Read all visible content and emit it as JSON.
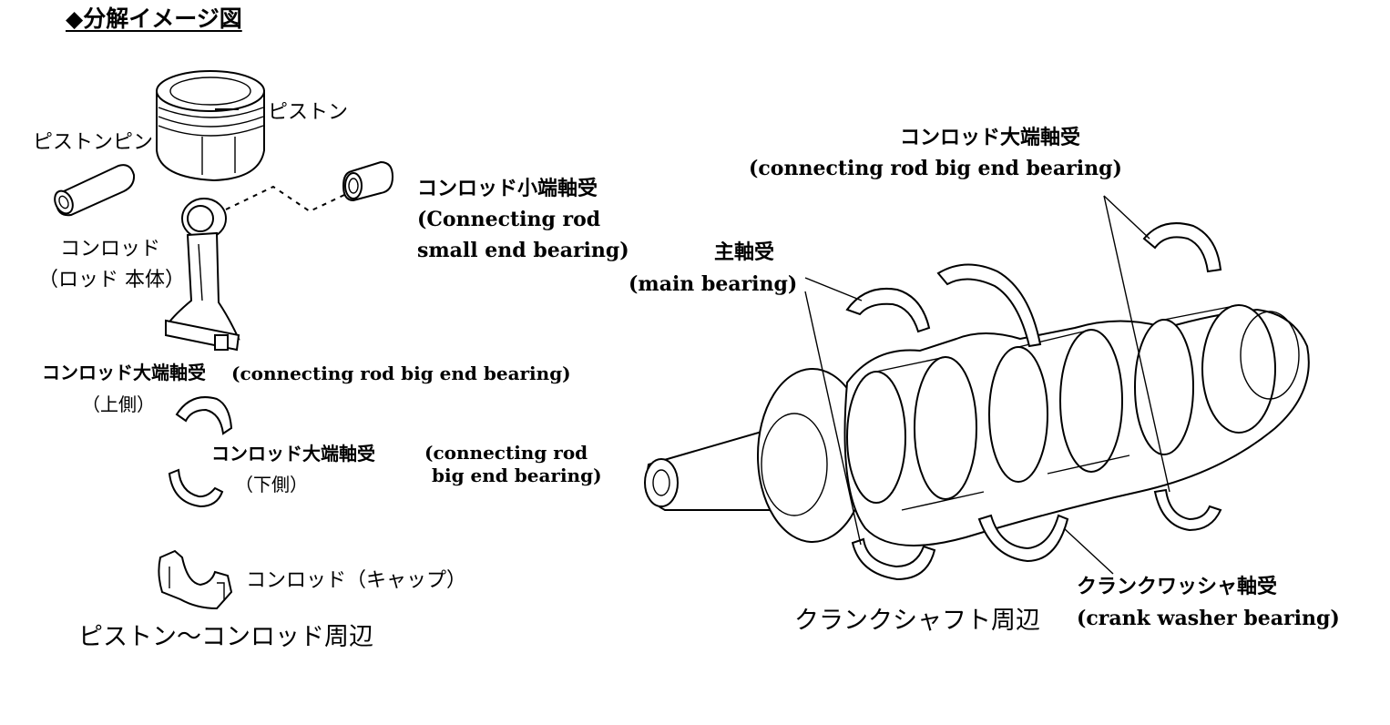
{
  "title": "◆分解イメージ図",
  "left": {
    "piston": "ピストン",
    "piston_pin": "ピストンピン",
    "small_end_jp": "コンロッド小端軸受",
    "small_end_en_1": "(Connecting rod",
    "small_end_en_2": "small end bearing)",
    "conrod_1": "コンロッド",
    "conrod_2": "（ロッド 本体）",
    "big_end_upper_jp": "コンロッド大端軸受",
    "big_end_upper_en": "(connecting rod big end bearing)",
    "upper_side": "（上側）",
    "big_end_lower_jp": "コンロッド大端軸受",
    "big_end_lower_en_1": "(connecting rod",
    "big_end_lower_en_2": "big end bearing)",
    "lower_side": "（下側）",
    "cap": "コンロッド（キャップ）",
    "caption": "ピストン～コンロッド周辺"
  },
  "right": {
    "big_end_jp": "コンロッド大端軸受",
    "big_end_en": "(connecting rod big end bearing)",
    "main_jp": "主軸受",
    "main_en": "(main bearing)",
    "washer_jp": "クランクワッシャ軸受",
    "washer_en": "(crank washer bearing)",
    "caption": "クランクシャフト周辺"
  }
}
